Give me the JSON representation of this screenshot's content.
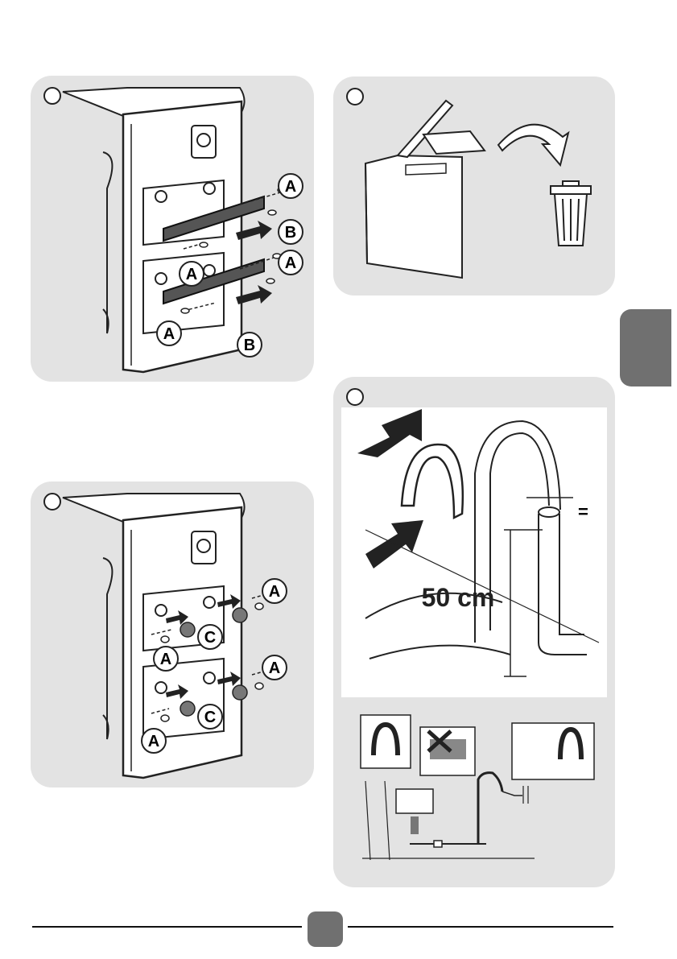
{
  "colors": {
    "panel_bg": "#e3e3e3",
    "accent_gray": "#707070",
    "ink": "#1a1a1a"
  },
  "panels": {
    "step1": {
      "label_a": "A",
      "label_b": "B"
    },
    "step2": {},
    "step3": {
      "label_a": "A",
      "label_c": "C"
    },
    "step4": {
      "measurement": "50 cm",
      "equal_sign": "="
    }
  },
  "icons": [
    "trash-bin-icon",
    "forbidden-cross-icon",
    "curved-arrow-icon"
  ]
}
